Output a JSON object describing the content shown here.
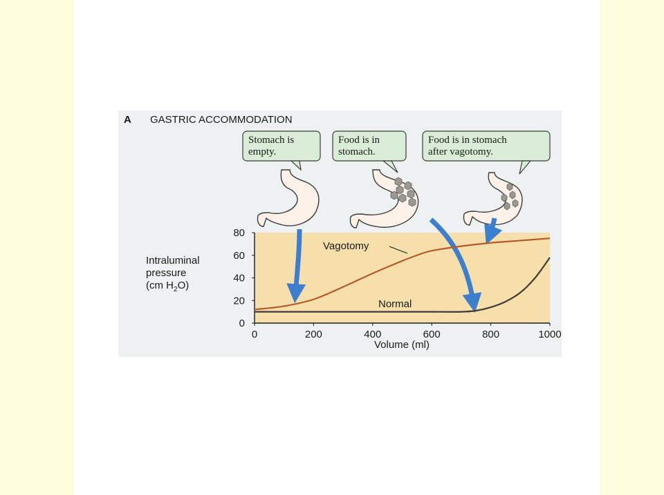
{
  "figure": {
    "panel_letter": "A",
    "title": "GASTRIC ACCOMMODATION",
    "callouts": [
      {
        "lines": [
          "Stomach is",
          "empty."
        ]
      },
      {
        "lines": [
          "Food is in",
          "stomach."
        ]
      },
      {
        "lines": [
          "Food is in stomach",
          "after vagotomy."
        ]
      }
    ]
  },
  "colors": {
    "slide_background": "#fdfcdc",
    "figure_background": "#eef1f2",
    "plot_background": "#f6dfaa",
    "callout_fill": "#d9ecd6",
    "arrow_blue": "#3d7fcf",
    "vagotomy_curve": "#b35a2a",
    "normal_curve": "#3f3a33",
    "stomach_fill": "#fcf1e8",
    "food_particle": "#9a9890"
  },
  "chart_data": {
    "type": "line",
    "title": "",
    "xlabel": "Volume (ml)",
    "ylabel_lines": [
      "Intraluminal",
      "pressure"
    ],
    "ylabel_unit": {
      "prefix": "(cm H",
      "sub": "2",
      "suffix": "O)"
    },
    "xlim": [
      0,
      1000
    ],
    "ylim": [
      0,
      80
    ],
    "xticks": [
      "0",
      "200",
      "400",
      "600",
      "800",
      "1000"
    ],
    "yticks": [
      "0",
      "20",
      "40",
      "60",
      "80"
    ],
    "grid": false,
    "series": [
      {
        "name": "Vagotomy",
        "x": [
          0,
          100,
          200,
          300,
          400,
          500,
          550,
          600,
          700,
          800,
          900,
          1000
        ],
        "y": [
          12,
          15,
          21,
          32,
          44,
          55,
          60,
          64,
          68,
          71,
          73,
          75
        ]
      },
      {
        "name": "Normal",
        "x": [
          0,
          100,
          200,
          300,
          400,
          500,
          600,
          700,
          750,
          800,
          850,
          900,
          950,
          1000
        ],
        "y": [
          10,
          10,
          10,
          10,
          10,
          10,
          10,
          10,
          11,
          14,
          19,
          27,
          40,
          58
        ]
      }
    ]
  }
}
